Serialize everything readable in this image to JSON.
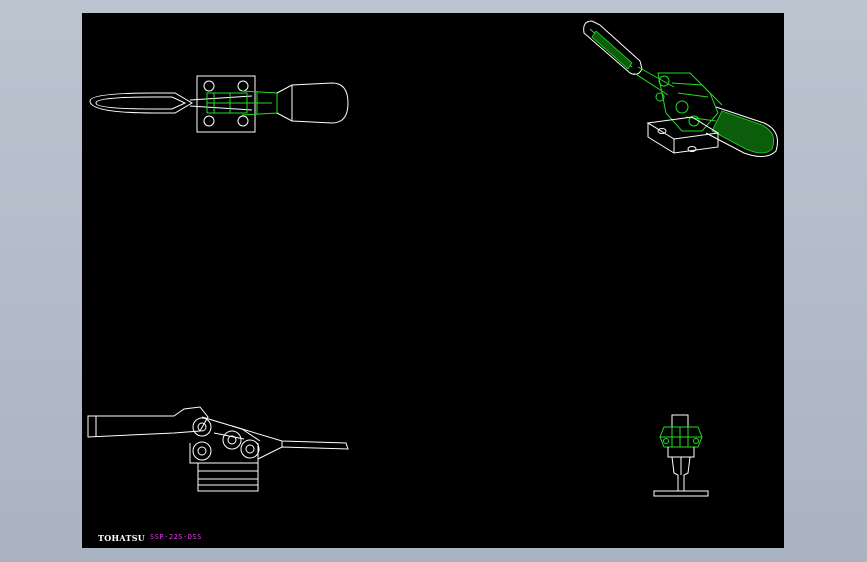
{
  "colors": {
    "background": "#b4bcc8",
    "canvas": "#000000",
    "outline": "#ffffff",
    "highlight": "#22dd22",
    "part_label": "#e040e0"
  },
  "labels": {
    "brand": "TOHATSU",
    "part_number": "SSP-22S-DSS"
  },
  "views": [
    {
      "name": "top-view"
    },
    {
      "name": "isometric-view"
    },
    {
      "name": "side-view"
    },
    {
      "name": "front-view"
    }
  ]
}
